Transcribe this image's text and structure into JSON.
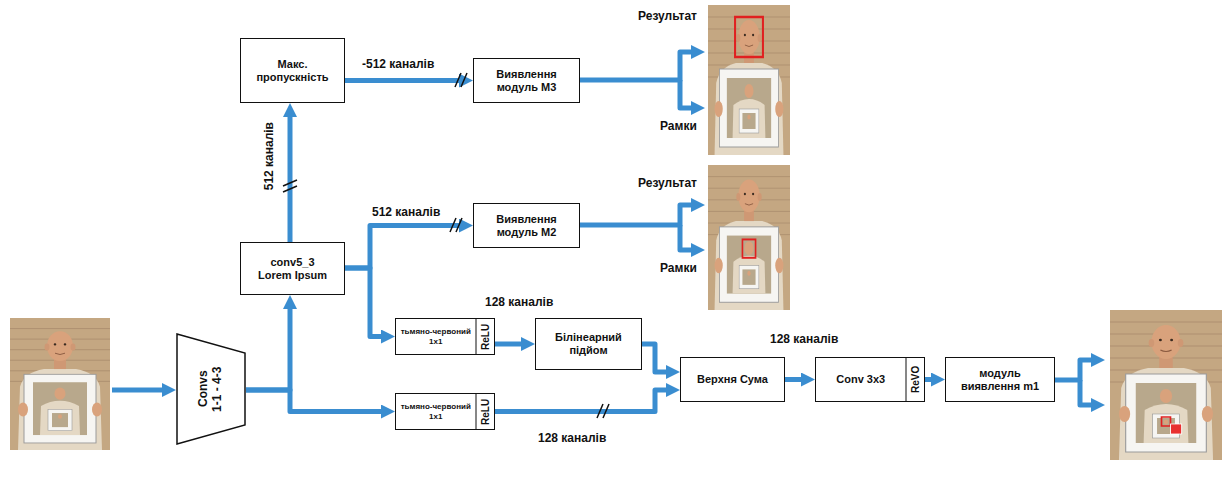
{
  "diagram": {
    "nodes": [
      {
        "text": [
          "Макс. пропускність"
        ]
      },
      {
        "text": [
          "Виявлення модуль М3"
        ]
      },
      {
        "text": [
          "conv5_3",
          "Lorem Ipsum"
        ]
      },
      {
        "text": [
          "Виявлення модуль М2"
        ]
      },
      {
        "text": [
          "тьмяно-червоний 1x1",
          "ReLU"
        ]
      },
      {
        "text": [
          "Білінеарний підйом"
        ]
      },
      {
        "text": [
          "Convs 1-1 - 4-3"
        ]
      },
      {
        "text": [
          "тьмяно-червоний 1x1",
          "ReLU"
        ]
      },
      {
        "text": [
          "Верхня Сума"
        ]
      },
      {
        "text": [
          "Conv 3x3",
          "ReVO"
        ]
      },
      {
        "text": [
          "модуль виявлення m1"
        ]
      }
    ],
    "edges": [
      {
        "from": 6,
        "to": 2,
        "arrow": "to"
      },
      {
        "from": 6,
        "to": 7,
        "arrow": "to"
      },
      {
        "from": 2,
        "to": 0,
        "label": "512 каналів",
        "arrow": "to"
      },
      {
        "from": 0,
        "to": 1,
        "label": "-512 каналів",
        "arrow": "to"
      },
      {
        "from": 2,
        "to": 3,
        "label": "512 каналів",
        "arrow": "to"
      },
      {
        "from": 2,
        "to": 4,
        "arrow": "to"
      },
      {
        "from": 4,
        "to": 5,
        "label": "128 каналів",
        "arrow": "to"
      },
      {
        "from": 5,
        "to": 8,
        "arrow": "to"
      },
      {
        "from": 7,
        "to": 8,
        "label": "128 каналів",
        "arrow": "to"
      },
      {
        "from": 8,
        "to": 9,
        "label": "128 каналів",
        "arrow": "to"
      },
      {
        "from": 9,
        "to": 10,
        "arrow": "to"
      }
    ],
    "labels": [
      "Результат",
      "Рамки",
      "Результат",
      "Рамки"
    ]
  }
}
